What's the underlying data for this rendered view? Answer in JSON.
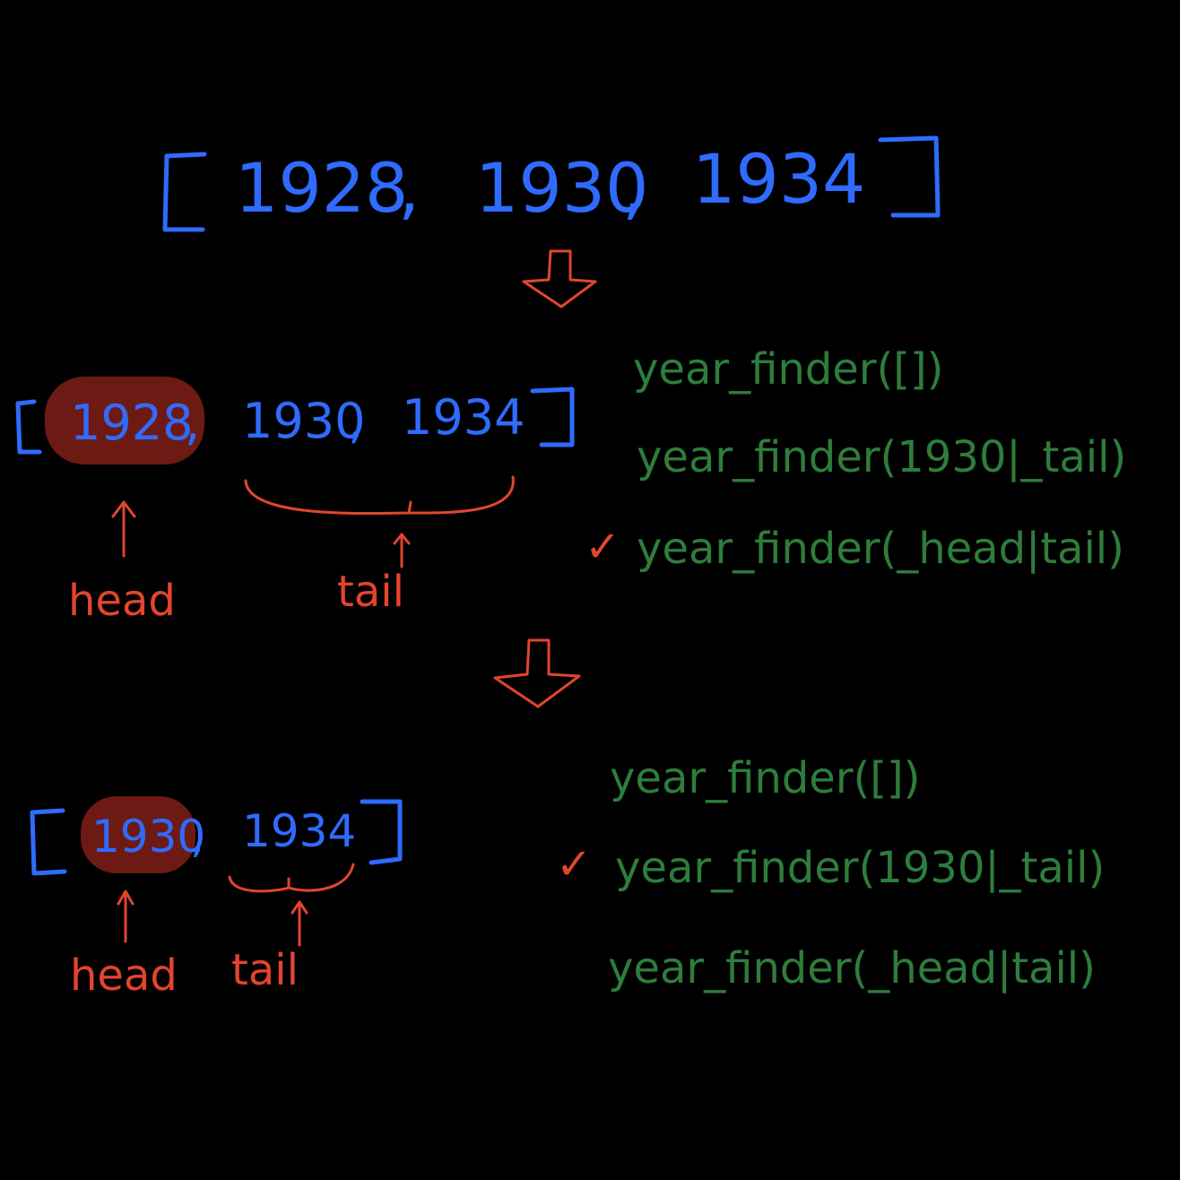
{
  "colors": {
    "list": "#2f6bff",
    "annotation": "#e2452f",
    "clause": "#2e7d3c",
    "highlight": "#6e1a14",
    "background": "#000000"
  },
  "top_list": {
    "items": [
      "1928",
      "1930",
      "1934"
    ],
    "separator": ","
  },
  "step1": {
    "head_value": "1928",
    "tail_values": [
      "1930",
      "1934"
    ],
    "head_label": "head",
    "tail_label": "tail",
    "clauses": [
      {
        "text": "year_finder([])",
        "matched": false
      },
      {
        "text": "year_finder(1930|_tail)",
        "matched": false
      },
      {
        "text": "year_finder(_head|tail)",
        "matched": true
      }
    ]
  },
  "step2": {
    "head_value": "1930",
    "tail_values": [
      "1934"
    ],
    "head_label": "head",
    "tail_label": "tail",
    "clauses": [
      {
        "text": "year_finder([])",
        "matched": false
      },
      {
        "text": "year_finder(1930|_tail)",
        "matched": true
      },
      {
        "text": "year_finder(_head|tail)",
        "matched": false
      }
    ]
  },
  "check_mark": "✓"
}
